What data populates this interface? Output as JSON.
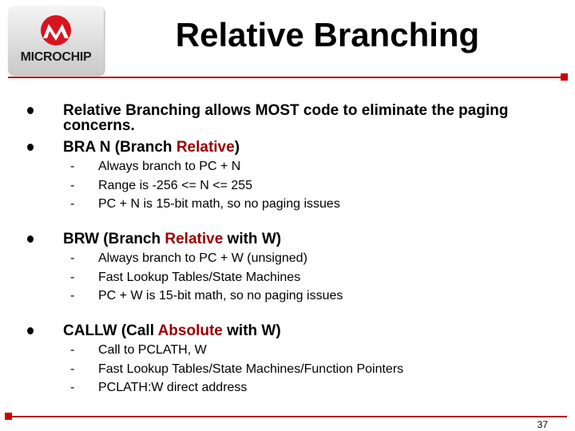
{
  "logo": {
    "text": "MICROCHIP"
  },
  "title": "Relative Branching",
  "bullets": [
    {
      "lines": [
        "Relative Branching allows MOST code to eliminate the paging",
        "concerns."
      ]
    },
    {
      "before": "BRA N (Branch ",
      "highlight": "Relative",
      "after": ")",
      "subs": [
        "Always branch to PC + N",
        "Range is -256 <= N <= 255",
        "PC + N is 15-bit math, so no paging issues"
      ]
    },
    {
      "before": "BRW (Branch ",
      "highlight": "Relative",
      "after": " with W)",
      "subs": [
        "Always branch to PC + W (unsigned)",
        "Fast Lookup Tables/State Machines",
        "PC + W is 15-bit math, so no paging issues"
      ]
    },
    {
      "before": "CALLW (Call ",
      "highlight": "Absolute",
      "after": " with W)",
      "subs": [
        "Call to PCLATH, W",
        "Fast Lookup Tables/State Machines/Function Pointers",
        "PCLATH:W direct address"
      ]
    }
  ],
  "dash_glyph": "-",
  "page_number": "37",
  "colors": {
    "accent": "#b30000",
    "highlight": "#990000",
    "logo_mark": "#d8141e"
  }
}
